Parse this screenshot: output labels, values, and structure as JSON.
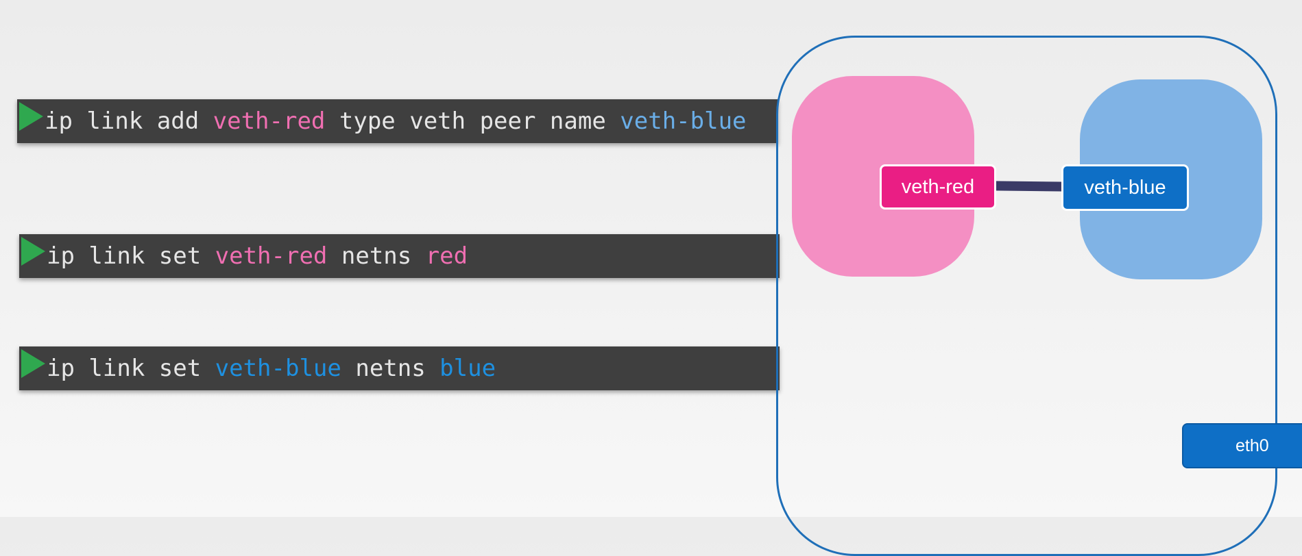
{
  "commands": [
    {
      "parts": [
        {
          "text": "ip link add ",
          "color": "#e6e6e6"
        },
        {
          "text": "veth-red",
          "color": "#f06fb2"
        },
        {
          "text": " type veth peer name ",
          "color": "#e6e6e6"
        },
        {
          "text": "veth-blue",
          "color": "#6aaee8"
        }
      ]
    },
    {
      "parts": [
        {
          "text": "ip link set ",
          "color": "#e6e6e6"
        },
        {
          "text": "veth-red",
          "color": "#f06fb2"
        },
        {
          "text": " netns ",
          "color": "#e6e6e6"
        },
        {
          "text": "red",
          "color": "#f06fb2"
        }
      ]
    },
    {
      "parts": [
        {
          "text": "ip link set ",
          "color": "#e6e6e6"
        },
        {
          "text": "veth-blue",
          "color": "#1e90e0"
        },
        {
          "text": " netns ",
          "color": "#e6e6e6"
        },
        {
          "text": "blue",
          "color": "#1e90e0"
        }
      ]
    }
  ],
  "diagram": {
    "veth_red_label": "veth-red",
    "veth_blue_label": "veth-blue",
    "eth0_label": "eth0",
    "colors": {
      "host_border": "#1f6fb8",
      "ns_red": "#f48fc3",
      "ns_blue": "#80b3e5",
      "veth_red": "#ea1e84",
      "veth_blue": "#0e6fc6",
      "pipe": "#3a3a66",
      "prompt": "#2fa84f",
      "terminal_bg": "#3f3f3f"
    }
  }
}
